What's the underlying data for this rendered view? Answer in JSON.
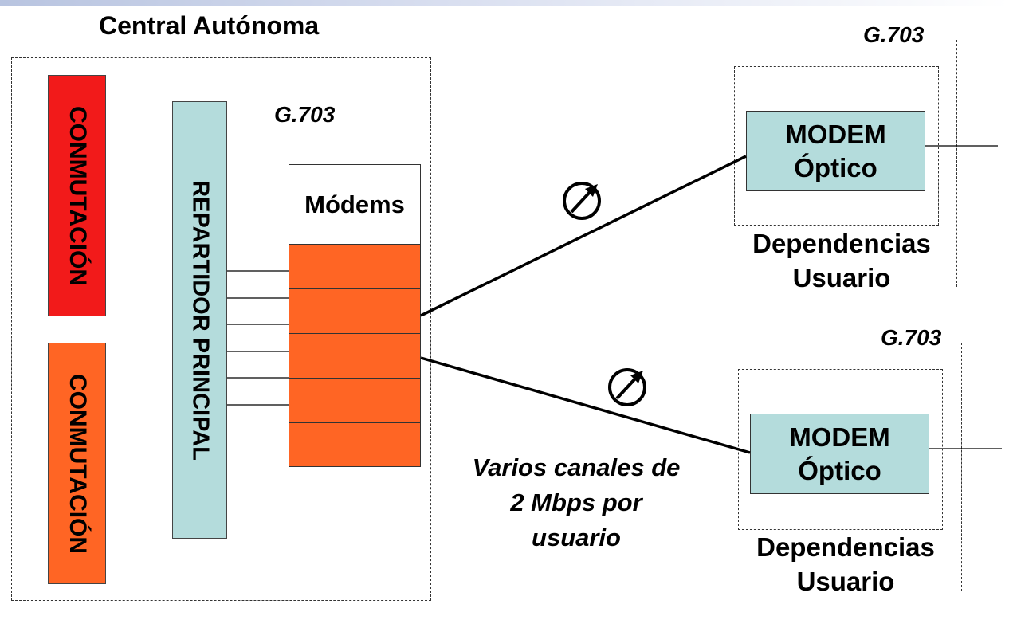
{
  "central": {
    "title": "Central Autónoma",
    "switching_top": "CONMUTACIÓN",
    "switching_bottom": "CONMUTACIÓN",
    "distributor": "REPARTIDOR PRINCIPAL",
    "modems_label": "Módems",
    "interface_label": "G.703"
  },
  "users": [
    {
      "interface_label": "G.703",
      "modem_line1": "MODEM",
      "modem_line2": "Óptico",
      "location_line1": "Dependencias",
      "location_line2": "Usuario"
    },
    {
      "interface_label": "G.703",
      "modem_line1": "MODEM",
      "modem_line2": "Óptico",
      "location_line1": "Dependencias",
      "location_line2": "Usuario"
    }
  ],
  "channels_note": {
    "line1": "Varios canales de",
    "line2": "2 Mbps por",
    "line3": "usuario"
  },
  "colors": {
    "switching_red": "#f21a1a",
    "switching_orange": "#ff6524",
    "teal": "#b4dcdc"
  },
  "icons": [
    "fiber-optic-icon",
    "fiber-optic-icon"
  ]
}
